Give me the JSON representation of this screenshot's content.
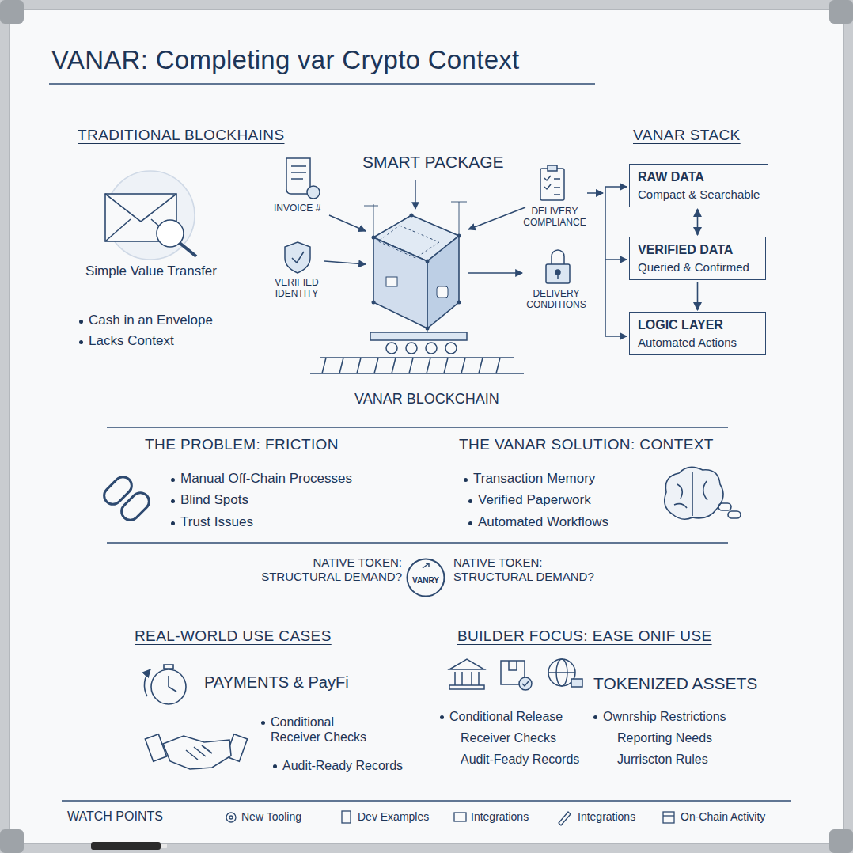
{
  "diagram": {
    "title": "VANAR: Completing var Crypto Context",
    "nodes": [
      {
        "text": [
          "RAW DATA",
          "Compact & Searchable"
        ]
      },
      {
        "text": [
          "VERIFIED DATA",
          "Queried & Confirmed"
        ]
      },
      {
        "text": [
          "LOGIC LAYER",
          "Automated Actions"
        ]
      },
      {
        "text": [
          "VANRY"
        ]
      }
    ],
    "edges": [
      {
        "from": 0,
        "to": 1,
        "arrow": "both"
      },
      {
        "from": 1,
        "to": 2,
        "arrow": "to"
      }
    ],
    "labels": [
      "TRADITIONAL BLOCKHAINS",
      "Simple Value Transfer",
      "Cash in an Envelope",
      "Lacks Context",
      "SMART PACKAGE",
      "INVOICE #",
      "VERIFIED IDENTITY",
      "DELIVERY COMPLIANCE",
      "DELIVERY CONDITIONS",
      "VANAR BLOCKCHAIN",
      "VANAR STACK",
      "THE PROBLEM: FRICTION",
      "Manual Off-Chain Processes",
      "Blind Spots",
      "Trust Issues",
      "THE VANAR SOLUTION: CONTEXT",
      "Transaction Memory",
      "Verified Paperwork",
      "Automated Workflows",
      "NATIVE TOKEN: STRUCTURAL DEMAND?",
      "NATIVE TOKEN: STRUCTURAL DEMAND?",
      "REAL-WORLD USE CASES",
      "BUILDER FOCUS: EASE ONIF USE",
      "PAYMENTS & PayFi",
      "Conditional Receiver Checks",
      "Audit-Ready Records",
      "TOKENIZED ASSETS",
      "Conditional Release",
      "Receiver Checks",
      "Audit-Feady Records",
      "Ownrship Restrictions",
      "Reporting Needs",
      "Jurriscton Rules",
      "WATCH POINTS",
      "New Tooling",
      "Dev Examples",
      "Integrations",
      "Integrations",
      "On-Chain Activity"
    ]
  }
}
